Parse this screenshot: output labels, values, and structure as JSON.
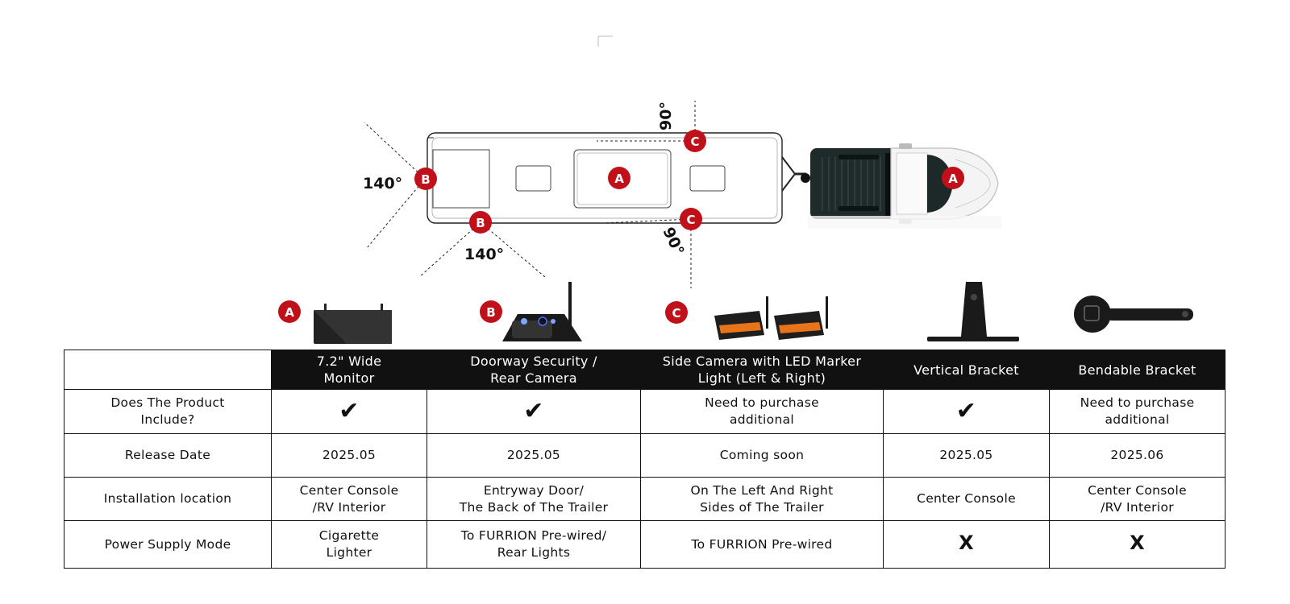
{
  "colors": {
    "badge": "#c0111a",
    "header_bg": "#111111",
    "line": "#111111"
  },
  "diagram": {
    "labels": {
      "a": "A",
      "b": "B",
      "c": "C"
    },
    "angles": {
      "rear": "140°",
      "side_rear": "140°",
      "side_top": "90°",
      "side_bottom": "90°"
    }
  },
  "products": {
    "monitor": {
      "badge": "A",
      "icon": "monitor-icon"
    },
    "camera": {
      "badge": "B",
      "icon": "camera-icon"
    },
    "side_camera": {
      "badge": "C",
      "icon": "side-camera-icon"
    },
    "vertical_bracket": {
      "icon": "vertical-bracket-icon"
    },
    "bendable_bracket": {
      "icon": "bendable-bracket-icon"
    }
  },
  "table": {
    "headers": [
      "",
      "7.2\" Wide\nMonitor",
      "Doorway Security /\nRear Camera",
      "Side Camera with LED Marker\nLight (Left & Right)",
      "Vertical Bracket",
      "Bendable Bracket"
    ],
    "rows": [
      [
        "Does The Product\nInclude?",
        "✔",
        "✔",
        "Need to purchase\nadditional",
        "✔",
        "Need to purchase\nadditional"
      ],
      [
        "Release Date",
        "2025.05",
        "2025.05",
        "Coming soon",
        "2025.05",
        "2025.06"
      ],
      [
        "Installation location",
        "Center Console\n/RV Interior",
        "Entryway Door/\nThe Back of The Trailer",
        "On The Left And Right\nSides of The Trailer",
        "Center Console",
        "Center Console\n/RV Interior"
      ],
      [
        "Power Supply Mode",
        "Cigarette\nLighter",
        "To FURRION Pre-wired/\nRear Lights",
        "To FURRION Pre-wired",
        "X",
        "X"
      ]
    ]
  }
}
